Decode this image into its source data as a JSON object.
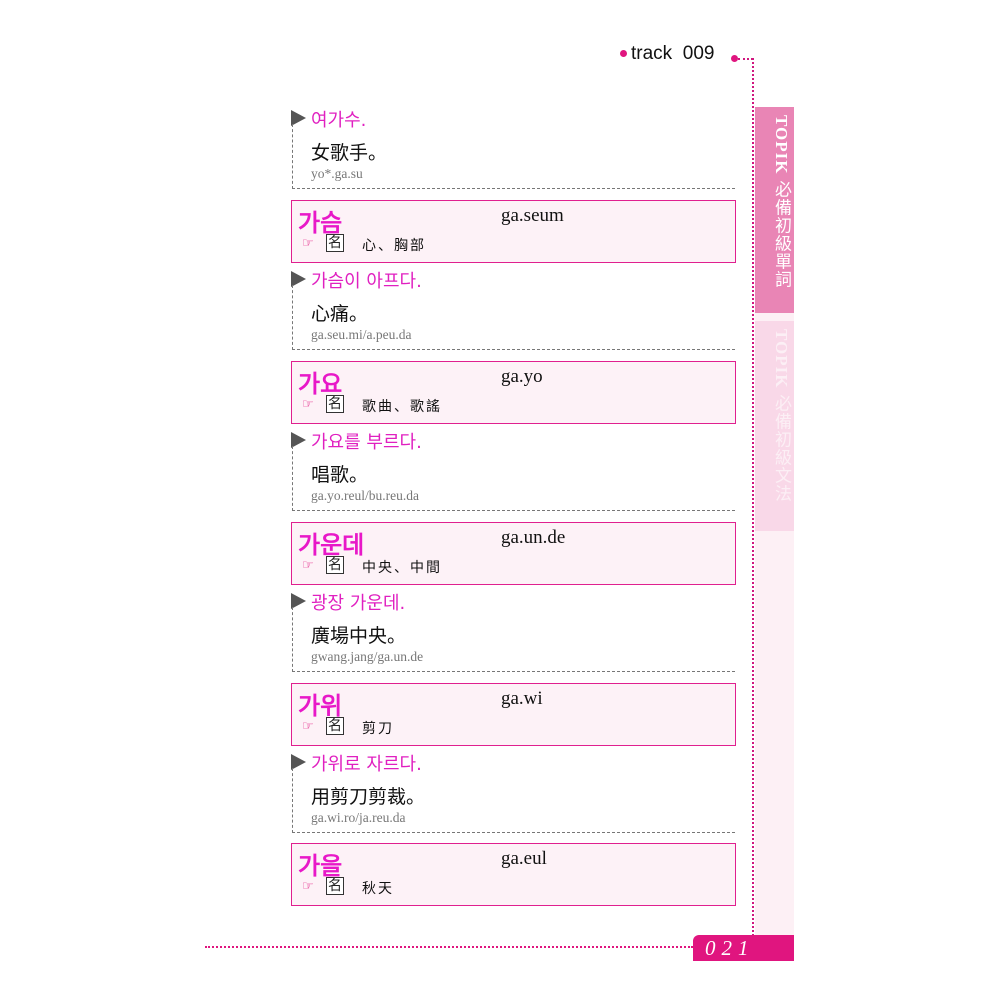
{
  "header": {
    "track_label": "track",
    "track_number": "009"
  },
  "sidebar": {
    "tabs": [
      {
        "latin": "TOPIK",
        "label": "必備初級單詞",
        "active": true
      },
      {
        "latin": "TOPIK",
        "label": "必備初級文法",
        "active": false
      }
    ]
  },
  "page_number": "021",
  "colors": {
    "accent": "#e0157f",
    "headword": "#e818c8",
    "tab_active": "#e985b5",
    "tab_inactive": "#f9d8e8"
  },
  "entries": [
    {
      "type": "example",
      "korean": "여가수.",
      "chinese": "女歌手。",
      "romanization": "yo*.ga.su"
    },
    {
      "type": "word",
      "headword": "가슴",
      "romanization": "ga.seum",
      "pos": "名",
      "meaning": "心、胸部"
    },
    {
      "type": "example",
      "korean": "가슴이 아프다.",
      "chinese": "心痛。",
      "romanization": "ga.seu.mi/a.peu.da"
    },
    {
      "type": "word",
      "headword": "가요",
      "romanization": "ga.yo",
      "pos": "名",
      "meaning": "歌曲、歌謠"
    },
    {
      "type": "example",
      "korean": "가요를 부르다.",
      "chinese": "唱歌。",
      "romanization": "ga.yo.reul/bu.reu.da"
    },
    {
      "type": "word",
      "headword": "가운데",
      "romanization": "ga.un.de",
      "pos": "名",
      "meaning": "中央、中間"
    },
    {
      "type": "example",
      "korean": "광장 가운데.",
      "chinese": "廣場中央。",
      "romanization": "gwang.jang/ga.un.de"
    },
    {
      "type": "word",
      "headword": "가위",
      "romanization": "ga.wi",
      "pos": "名",
      "meaning": "剪刀"
    },
    {
      "type": "example",
      "korean": "가위로 자르다.",
      "chinese": "用剪刀剪裁。",
      "romanization": "ga.wi.ro/ja.reu.da"
    },
    {
      "type": "word",
      "headword": "가을",
      "romanization": "ga.eul",
      "pos": "名",
      "meaning": "秋天"
    }
  ]
}
